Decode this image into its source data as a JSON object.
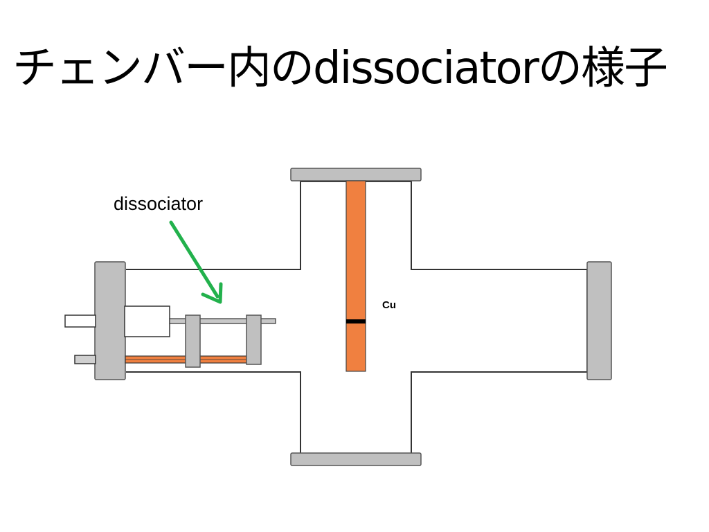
{
  "slide": {
    "title": "チェンバー内のdissociatorの様子"
  },
  "diagram": {
    "labels": {
      "dissociator": "dissociator",
      "copper": "Cu"
    },
    "colors": {
      "flange": "#c0c0c0",
      "outline": "#333333",
      "copper": "#f08040",
      "arrow": "#22b14c",
      "background": "#ffffff"
    }
  }
}
